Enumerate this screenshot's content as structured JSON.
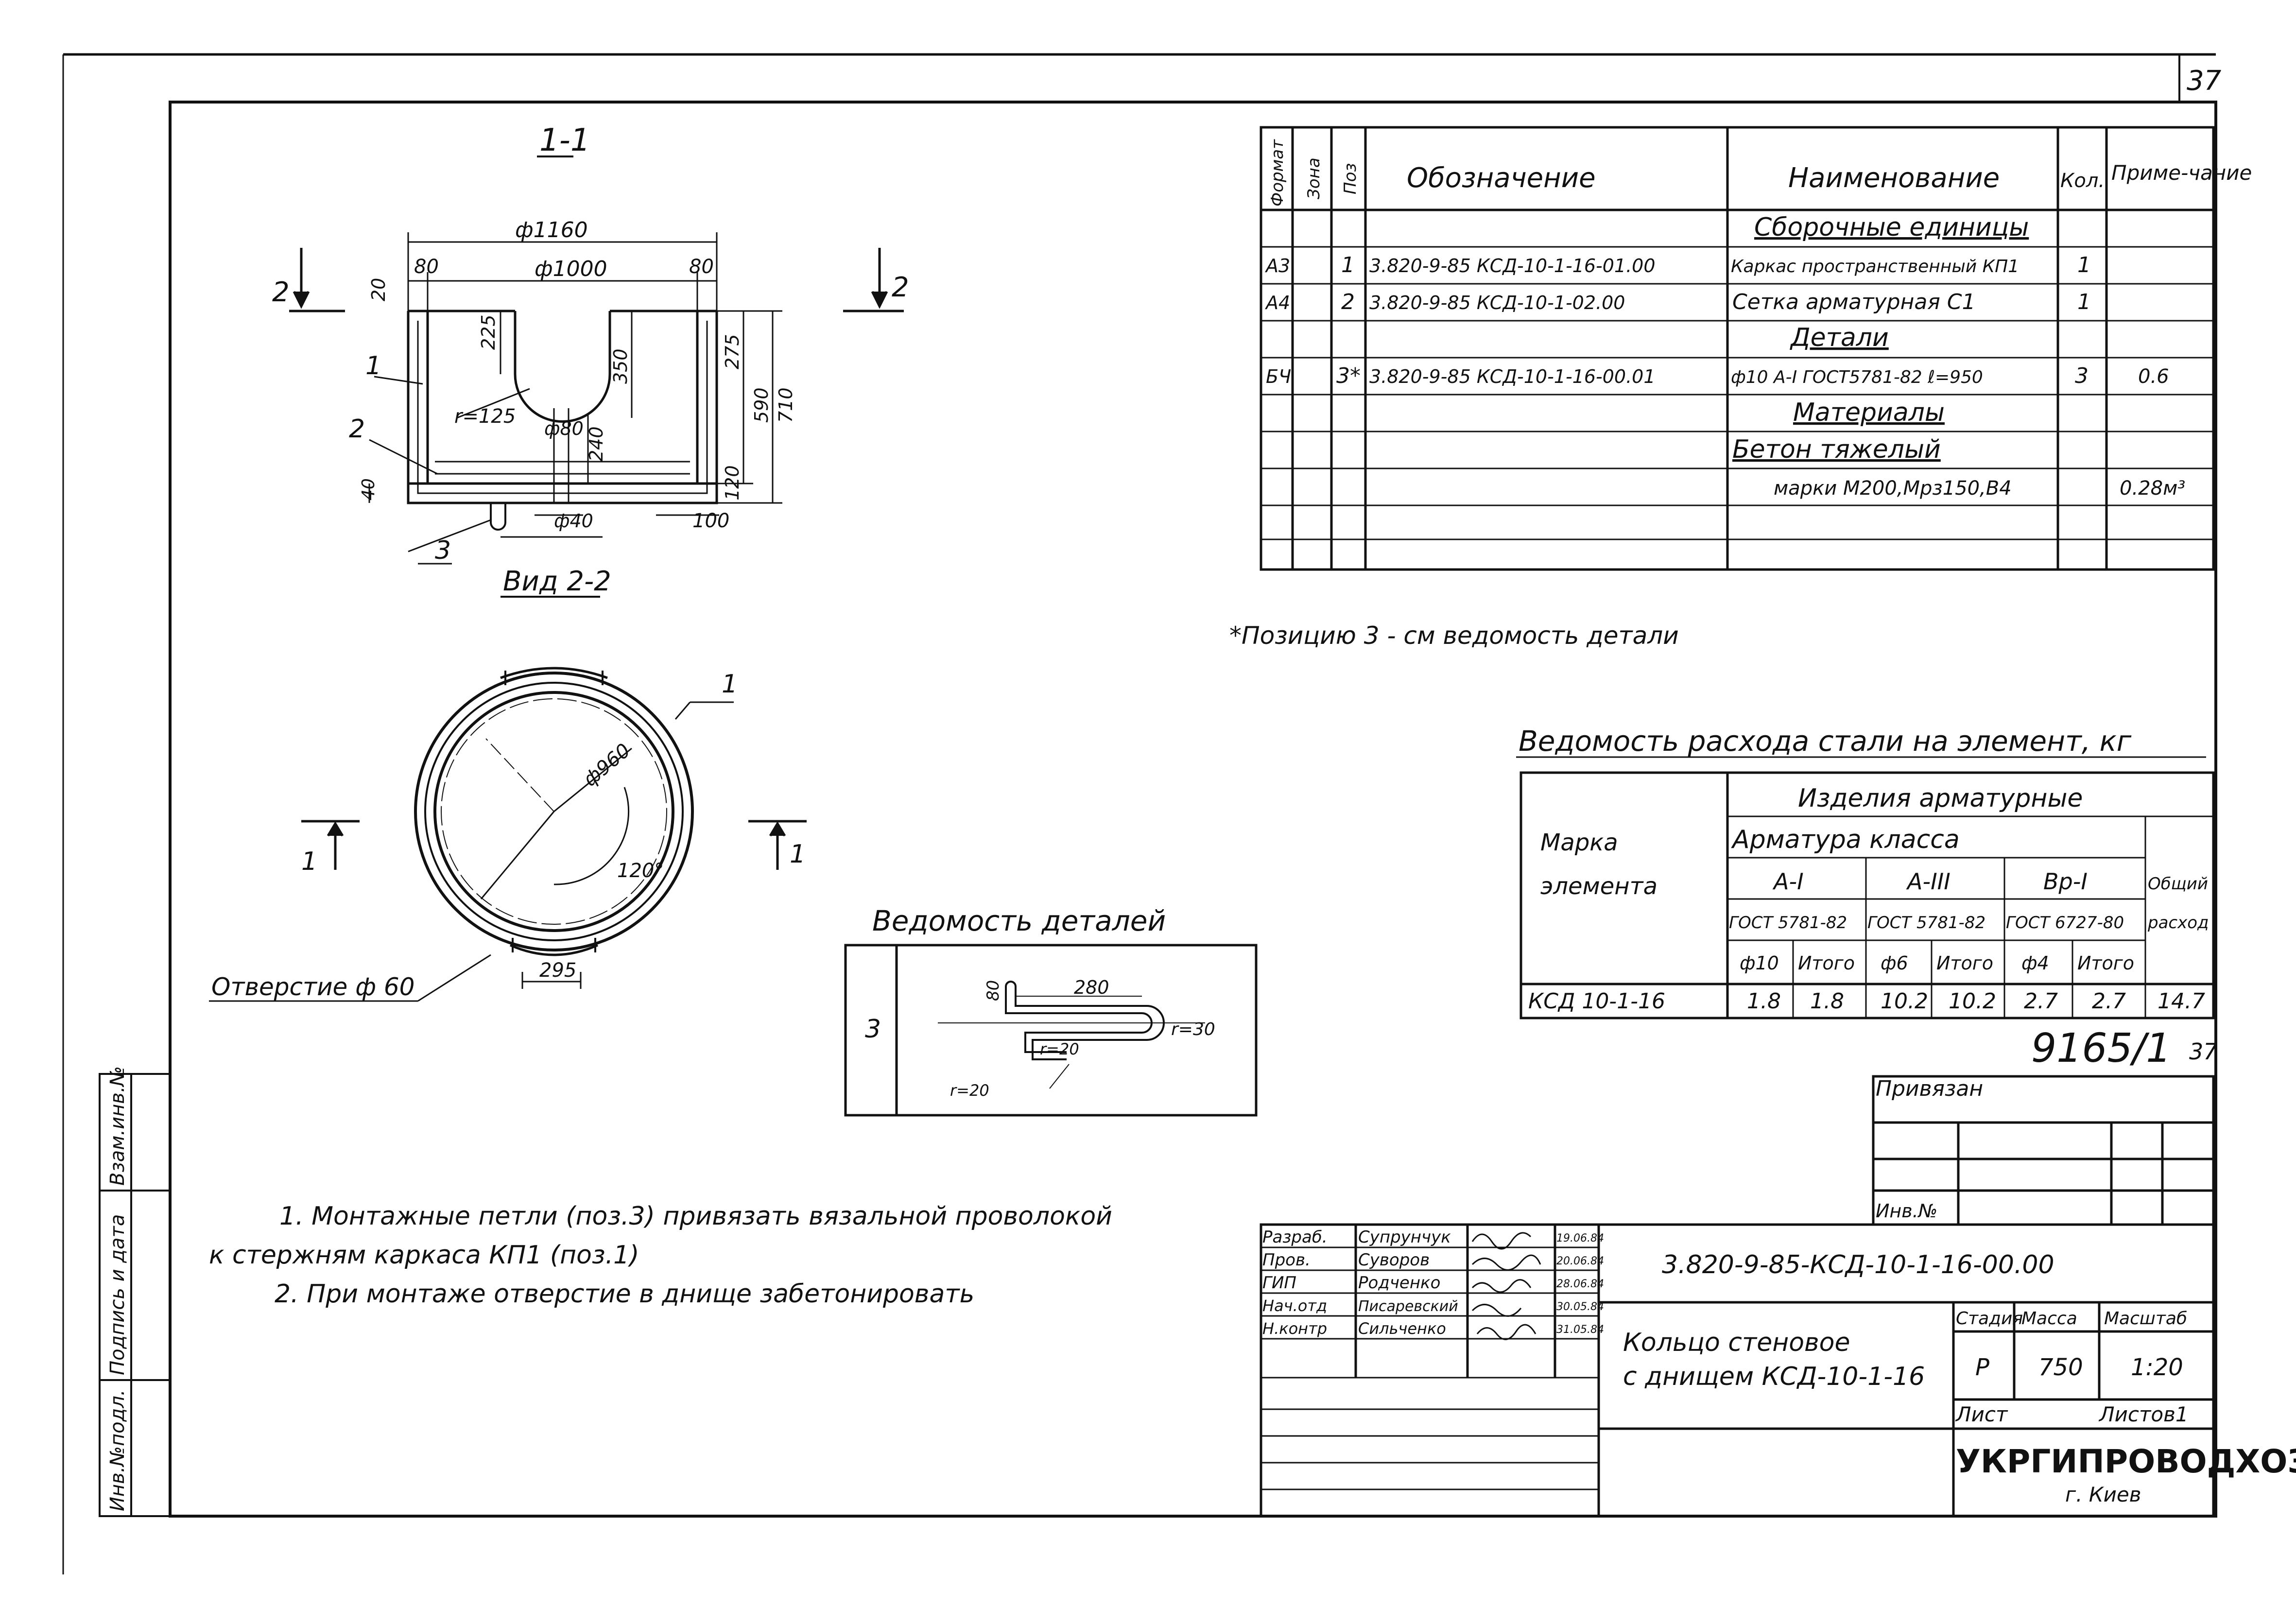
{
  "page_number": "37",
  "section_label": "1-1",
  "view_label": "Вид 2-2",
  "section_mark": "2",
  "view_mark": "1",
  "dims_section": {
    "d_outer": "ф1160",
    "d_inner": "ф1000",
    "w_left": "80",
    "w_right": "80",
    "top": "20",
    "notch_depth": "225",
    "notch_h": "350",
    "h1": "275",
    "h_total": "710",
    "h2": "590",
    "radius": "r=125",
    "hole": "ф80",
    "h_mid": "240",
    "bottom": "120",
    "base": "40",
    "base_w": "100",
    "hole_small": "ф40"
  },
  "callouts": {
    "c1": "1",
    "c2": "2",
    "c3": "3"
  },
  "dims_plan": {
    "diam": "ф960",
    "angle": "120°",
    "chord": "295",
    "callout": "1"
  },
  "hole_label": "Отверстие ф 60",
  "spec": {
    "headers": [
      "Формат",
      "Зона",
      "Поз",
      "Обозначение",
      "Наименование",
      "Кол.",
      "Приме-чание"
    ],
    "rows": [
      [
        "",
        "",
        "",
        "",
        "Сборочные единицы",
        "",
        ""
      ],
      [
        "А3",
        "",
        "1",
        "3.820-9-85 КСД-10-1-16-01.00",
        "Каркас пространственный КП1",
        "1",
        ""
      ],
      [
        "А4",
        "",
        "2",
        "3.820-9-85 КСД-10-1-02.00",
        "Сетка арматурная С1",
        "1",
        ""
      ],
      [
        "",
        "",
        "",
        "",
        "Детали",
        "",
        ""
      ],
      [
        "БЧ",
        "",
        "3*",
        "3.820-9-85 КСД-10-1-16-00.01",
        "ф10 А-I ГОСТ5781-82 ℓ=950",
        "3",
        "0.6"
      ],
      [
        "",
        "",
        "",
        "",
        "Материалы",
        "",
        ""
      ],
      [
        "",
        "",
        "",
        "",
        "Бетон тяжелый",
        "",
        ""
      ],
      [
        "",
        "",
        "",
        "",
        "марки М200,Мрз150,В4",
        "",
        "0.28м³"
      ],
      [
        "",
        "",
        "",
        "",
        "",
        "",
        ""
      ]
    ]
  },
  "spec_footnote": "*Позицию 3 - см ведомость детали",
  "steel": {
    "title": "Ведомость расхода стали на элемент, кг",
    "h_izd": "Изделия арматурные",
    "h_arm": "Арматура класса",
    "h_mark": "Марка элемента",
    "cls": [
      "А-I",
      "А-III",
      "Вр-I"
    ],
    "gost": [
      "ГОСТ 5781-82",
      "ГОСТ 5781-82",
      "ГОСТ 6727-80"
    ],
    "sub": [
      "ф10",
      "Итого",
      "ф6",
      "Итого",
      "ф4",
      "Итого"
    ],
    "h_total": "Общий расход",
    "row": [
      "КСД 10-1-16",
      "1.8",
      "1.8",
      "10.2",
      "10.2",
      "2.7",
      "2.7",
      "14.7"
    ]
  },
  "details": {
    "title": "Ведомость деталей",
    "pos": "3",
    "d1": "80",
    "d2": "280",
    "r1": "r=30",
    "r2": "r=20",
    "r3": "r=20"
  },
  "stamp": {
    "archive": "9165/1",
    "archive_sheet": "37",
    "privyazan": "Привязан",
    "inv": "Инв.№",
    "code": "3.820-9-85-КСД-10-1-16-00.00",
    "title": "Кольцо стеновое с днищем КСД-10-1-16",
    "stage_h": "Стадия",
    "mass_h": "Масса",
    "scale_h": "Масштаб",
    "stage": "Р",
    "mass": "750",
    "scale": "1:20",
    "sheet": "Лист",
    "sheets": "Листов1",
    "org": "УКРГИПРОВОДХОЗ",
    "city": "г. Киев",
    "roles": [
      [
        "Разраб.",
        "Супрунчук",
        "19.06.84"
      ],
      [
        "Пров.",
        "Суворов",
        "20.06.84"
      ],
      [
        "ГИП",
        "Родченко",
        "28.06.84"
      ],
      [
        "Нач.отд",
        "Писаревский",
        "30.05.84"
      ],
      [
        "Н.контр",
        "Сильченко",
        "31.05.84"
      ]
    ]
  },
  "side_stamp": [
    "Инв.№подл.",
    "Подпись и дата",
    "Взам.инв.№"
  ],
  "notes": [
    "1. Монтажные петли (поз.3) привязать вязальной проволокой",
    "к стержням каркаса КП1 (поз.1)",
    "2. При монтаже отверстие в днище забетонировать"
  ]
}
